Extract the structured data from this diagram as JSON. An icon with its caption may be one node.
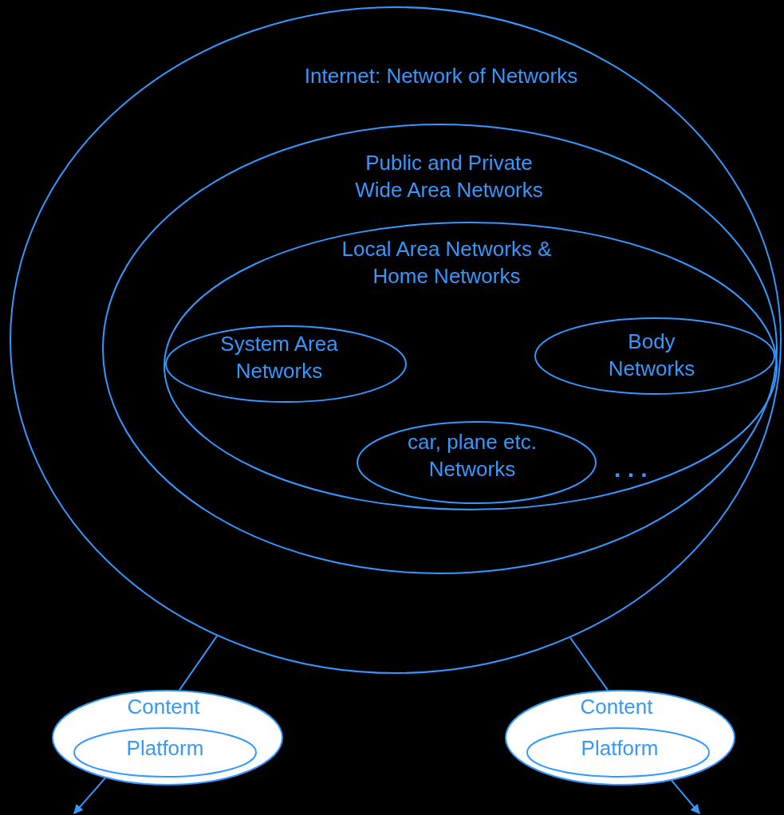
{
  "diagram": {
    "nodes": [
      {
        "text": [
          "Internet: Network of Networks"
        ]
      },
      {
        "text": [
          "Public and Private Wide Area Networks"
        ],
        "in": 0
      },
      {
        "text": [
          "Local Area Networks & Home Networks"
        ],
        "in": 1
      },
      {
        "text": [
          "System Area Networks"
        ],
        "in": 2
      },
      {
        "text": [
          "Body Networks"
        ],
        "in": 2
      },
      {
        "text": [
          "car, plane etc. Networks"
        ],
        "in": 2
      },
      {
        "text": [
          "Content"
        ]
      },
      {
        "text": [
          "Platform"
        ],
        "in": 6
      },
      {
        "text": [
          "Content"
        ]
      },
      {
        "text": [
          "Platform"
        ],
        "in": 8
      }
    ],
    "edges": [
      {
        "from": 0,
        "to": 6,
        "arrow": "none"
      },
      {
        "from": 0,
        "to": 8,
        "arrow": "none"
      },
      {
        "from": 6,
        "to": null,
        "arrow": "to"
      },
      {
        "from": 8,
        "to": null,
        "arrow": "to"
      }
    ],
    "labels": [
      ". . ."
    ]
  }
}
